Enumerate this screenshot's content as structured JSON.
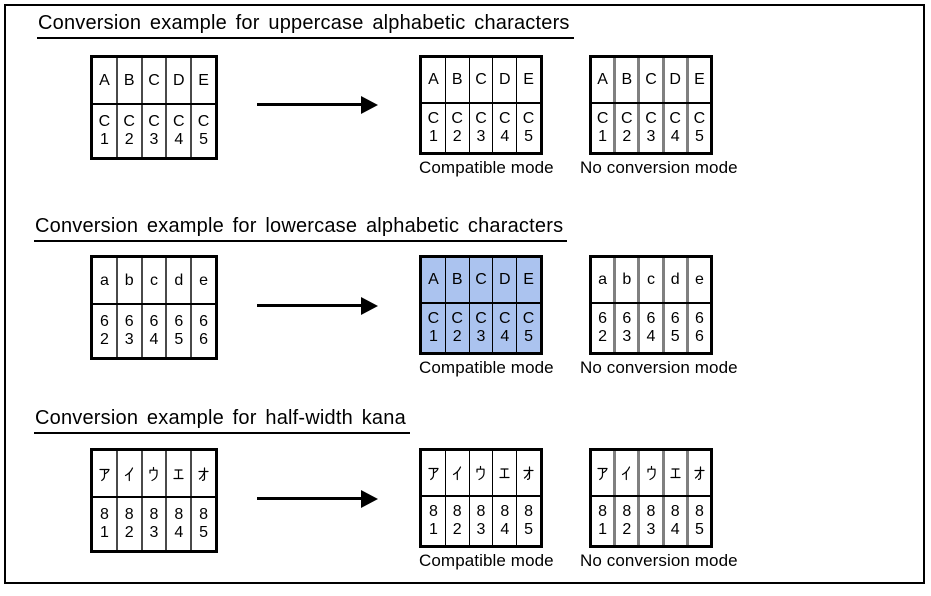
{
  "colors": {
    "highlight_fill": "#ABC3EF",
    "table_border": "#000000",
    "gray_divider": "#808080"
  },
  "sections": [
    {
      "title": "Conversion example for uppercase alphabetic characters",
      "source_table": {
        "row1": [
          "A",
          "B",
          "C",
          "D",
          "E"
        ],
        "row2": [
          [
            "C",
            "1"
          ],
          [
            "C",
            "2"
          ],
          [
            "C",
            "3"
          ],
          [
            "C",
            "4"
          ],
          [
            "C",
            "5"
          ]
        ]
      },
      "compatible_label": "Compatible mode",
      "compatible_table": {
        "row1": [
          "A",
          "B",
          "C",
          "D",
          "E"
        ],
        "row2": [
          [
            "C",
            "1"
          ],
          [
            "C",
            "2"
          ],
          [
            "C",
            "3"
          ],
          [
            "C",
            "4"
          ],
          [
            "C",
            "5"
          ]
        ]
      },
      "no_conversion_label": "No conversion mode",
      "no_conversion_table": {
        "row1": [
          "A",
          "B",
          "C",
          "D",
          "E"
        ],
        "row2": [
          [
            "C",
            "1"
          ],
          [
            "C",
            "2"
          ],
          [
            "C",
            "3"
          ],
          [
            "C",
            "4"
          ],
          [
            "C",
            "5"
          ]
        ]
      }
    },
    {
      "title": "Conversion example for lowercase alphabetic characters",
      "source_table": {
        "row1": [
          "a",
          "b",
          "c",
          "d",
          "e"
        ],
        "row2": [
          [
            "6",
            "2"
          ],
          [
            "6",
            "3"
          ],
          [
            "6",
            "4"
          ],
          [
            "6",
            "5"
          ],
          [
            "6",
            "6"
          ]
        ]
      },
      "compatible_label": "Compatible mode",
      "compatible_table": {
        "row1": [
          "A",
          "B",
          "C",
          "D",
          "E"
        ],
        "row2": [
          [
            "C",
            "1"
          ],
          [
            "C",
            "2"
          ],
          [
            "C",
            "3"
          ],
          [
            "C",
            "4"
          ],
          [
            "C",
            "5"
          ]
        ],
        "highlight": true
      },
      "no_conversion_label": "No conversion mode",
      "no_conversion_table": {
        "row1": [
          "a",
          "b",
          "c",
          "d",
          "e"
        ],
        "row2": [
          [
            "6",
            "2"
          ],
          [
            "6",
            "3"
          ],
          [
            "6",
            "4"
          ],
          [
            "6",
            "5"
          ],
          [
            "6",
            "6"
          ]
        ]
      }
    },
    {
      "title": "Conversion example for half-width kana",
      "source_table": {
        "row1": [
          "ｱ",
          "ｲ",
          "ｳ",
          "ｴ",
          "ｵ"
        ],
        "row2": [
          [
            "8",
            "1"
          ],
          [
            "8",
            "2"
          ],
          [
            "8",
            "3"
          ],
          [
            "8",
            "4"
          ],
          [
            "8",
            "5"
          ]
        ]
      },
      "compatible_label": "Compatible mode",
      "compatible_table": {
        "row1": [
          "ｱ",
          "ｲ",
          "ｳ",
          "ｴ",
          "ｵ"
        ],
        "row2": [
          [
            "8",
            "1"
          ],
          [
            "8",
            "2"
          ],
          [
            "8",
            "3"
          ],
          [
            "8",
            "4"
          ],
          [
            "8",
            "5"
          ]
        ]
      },
      "no_conversion_label": "No conversion mode",
      "no_conversion_table": {
        "row1": [
          "ｱ",
          "ｲ",
          "ｳ",
          "ｴ",
          "ｵ"
        ],
        "row2": [
          [
            "8",
            "1"
          ],
          [
            "8",
            "2"
          ],
          [
            "8",
            "3"
          ],
          [
            "8",
            "4"
          ],
          [
            "8",
            "5"
          ]
        ]
      }
    }
  ]
}
